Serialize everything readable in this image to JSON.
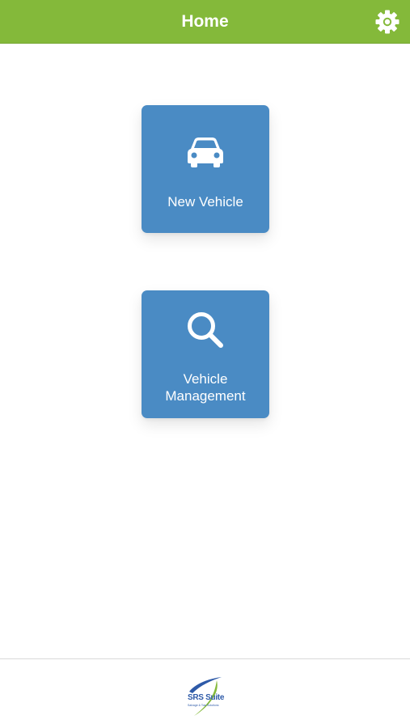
{
  "header": {
    "title": "Home",
    "settings_icon": "gear-icon",
    "background_color": "#84b93a"
  },
  "tiles": [
    {
      "label": "New Vehicle",
      "icon": "car-icon",
      "color": "#4a8bc4"
    },
    {
      "label": "Vehicle\nManagement",
      "icon": "search-icon",
      "color": "#4a8bc4"
    }
  ],
  "footer": {
    "logo_text": "SRS Suite",
    "logo_subtext": "Salvage & Tow Solutions"
  }
}
